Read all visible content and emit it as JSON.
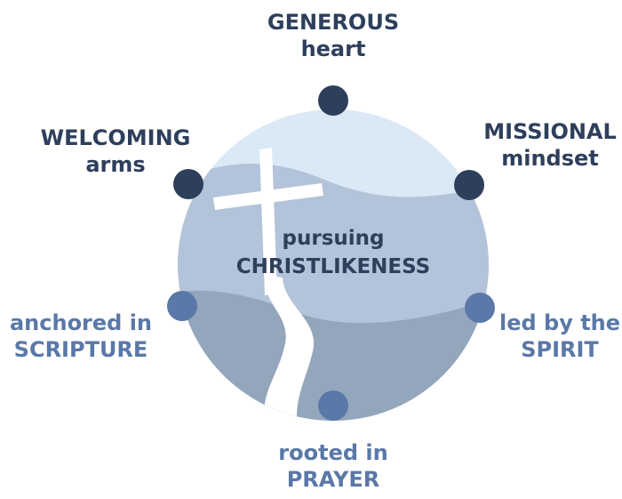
{
  "center": {
    "line1": "pursuing",
    "line2": "CHRISTLIKENESS"
  },
  "nodes": [
    {
      "id": "generous",
      "line1": "GENEROUS",
      "line2": "heart"
    },
    {
      "id": "missional",
      "line1": "MISSIONAL",
      "line2": "mindset"
    },
    {
      "id": "spirit",
      "line1": "led by the",
      "line2": "SPIRIT"
    },
    {
      "id": "prayer",
      "line1": "rooted in",
      "line2": "PRAYER"
    },
    {
      "id": "scripture",
      "line1": "anchored in",
      "line2": "SCRIPTURE"
    },
    {
      "id": "welcoming",
      "line1": "WELCOMING",
      "line2": "arms"
    }
  ],
  "colors": {
    "dark_node": "#2e3f5c",
    "light_node": "#5a78a8",
    "sky": "#dbe8f6",
    "hill": "#b3c3d9",
    "valley": "#94a6bc",
    "path": "#ffffff"
  },
  "icons": [
    "cross-icon",
    "path-river-icon"
  ]
}
